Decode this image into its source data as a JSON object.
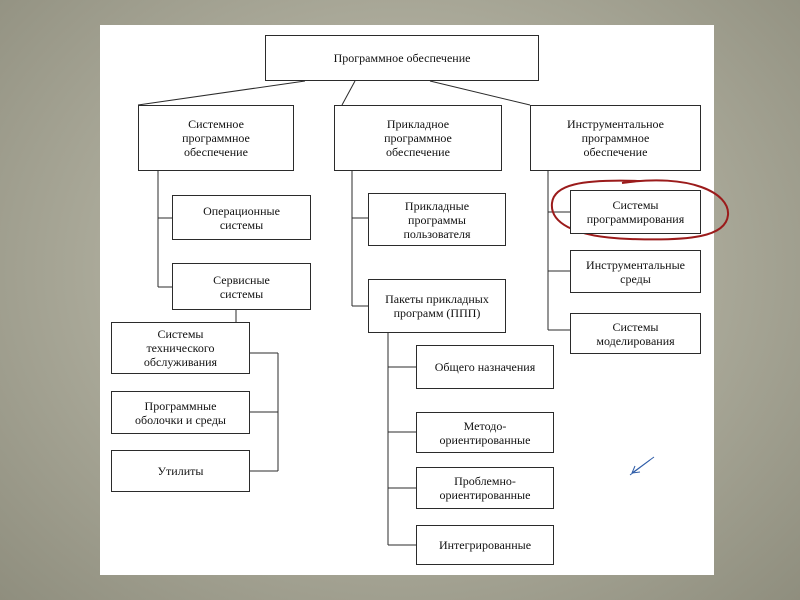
{
  "root": "Программное обеспечение",
  "categories": {
    "system": "Системное\nпрограммное\nобеспечение",
    "applied": "Прикладное\nпрограммное\nобеспечение",
    "instrumental": "Инструментальное\nпрограммное\nобеспечение"
  },
  "system_children": {
    "os": "Операционные\nсистемы",
    "service": "Сервисные\nсистемы"
  },
  "service_children": {
    "maintenance": "Системы\nтехнического\nобслуживания",
    "shells": "Программные\nоболочки и среды",
    "utilities": "Утилиты"
  },
  "applied_children": {
    "user_programs": "Прикладные\nпрограммы\nпользователя",
    "packages": "Пакеты прикладных\nпрограмм (ППП)"
  },
  "package_children": {
    "general": "Общего назначения",
    "method": "Методо-\nориентированные",
    "problem": "Проблемно-\nориентированные",
    "integrated": "Интегрированные"
  },
  "instrumental_children": {
    "programming": "Системы\nпрограммирования",
    "environments": "Инструментальные\nсреды",
    "modeling": "Системы\nмоделирования"
  },
  "colors": {
    "highlight_ellipse": "#9b1b1b",
    "arrow": "#2f5da8"
  }
}
